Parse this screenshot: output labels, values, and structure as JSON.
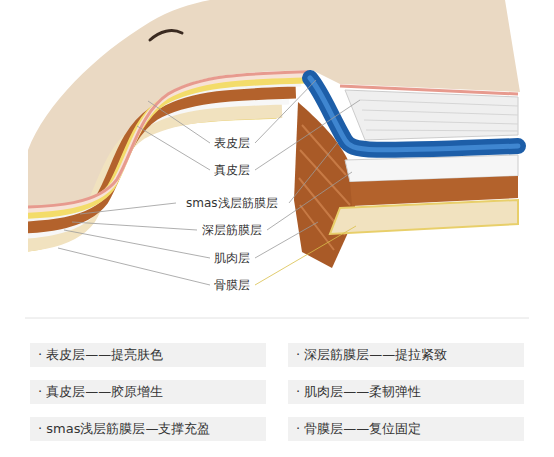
{
  "diagram": {
    "nodes": [
      {
        "text": [
          "· 表皮层——提亮肤色"
        ]
      },
      {
        "text": [
          "· 深层筋膜层——提拉紧致"
        ]
      },
      {
        "text": [
          "· 真皮层——胶原增生"
        ]
      },
      {
        "text": [
          "· 肌肉层——柔韧弹性"
        ]
      },
      {
        "text": [
          "· smas浅层筋膜层—支撑充盈"
        ]
      },
      {
        "text": [
          "· 骨膜层——复位固定"
        ]
      }
    ],
    "labels": [
      "表皮层",
      "真皮层",
      "smas浅层筋膜层",
      "深层筋膜层",
      "肌肉层",
      "骨膜层"
    ]
  }
}
